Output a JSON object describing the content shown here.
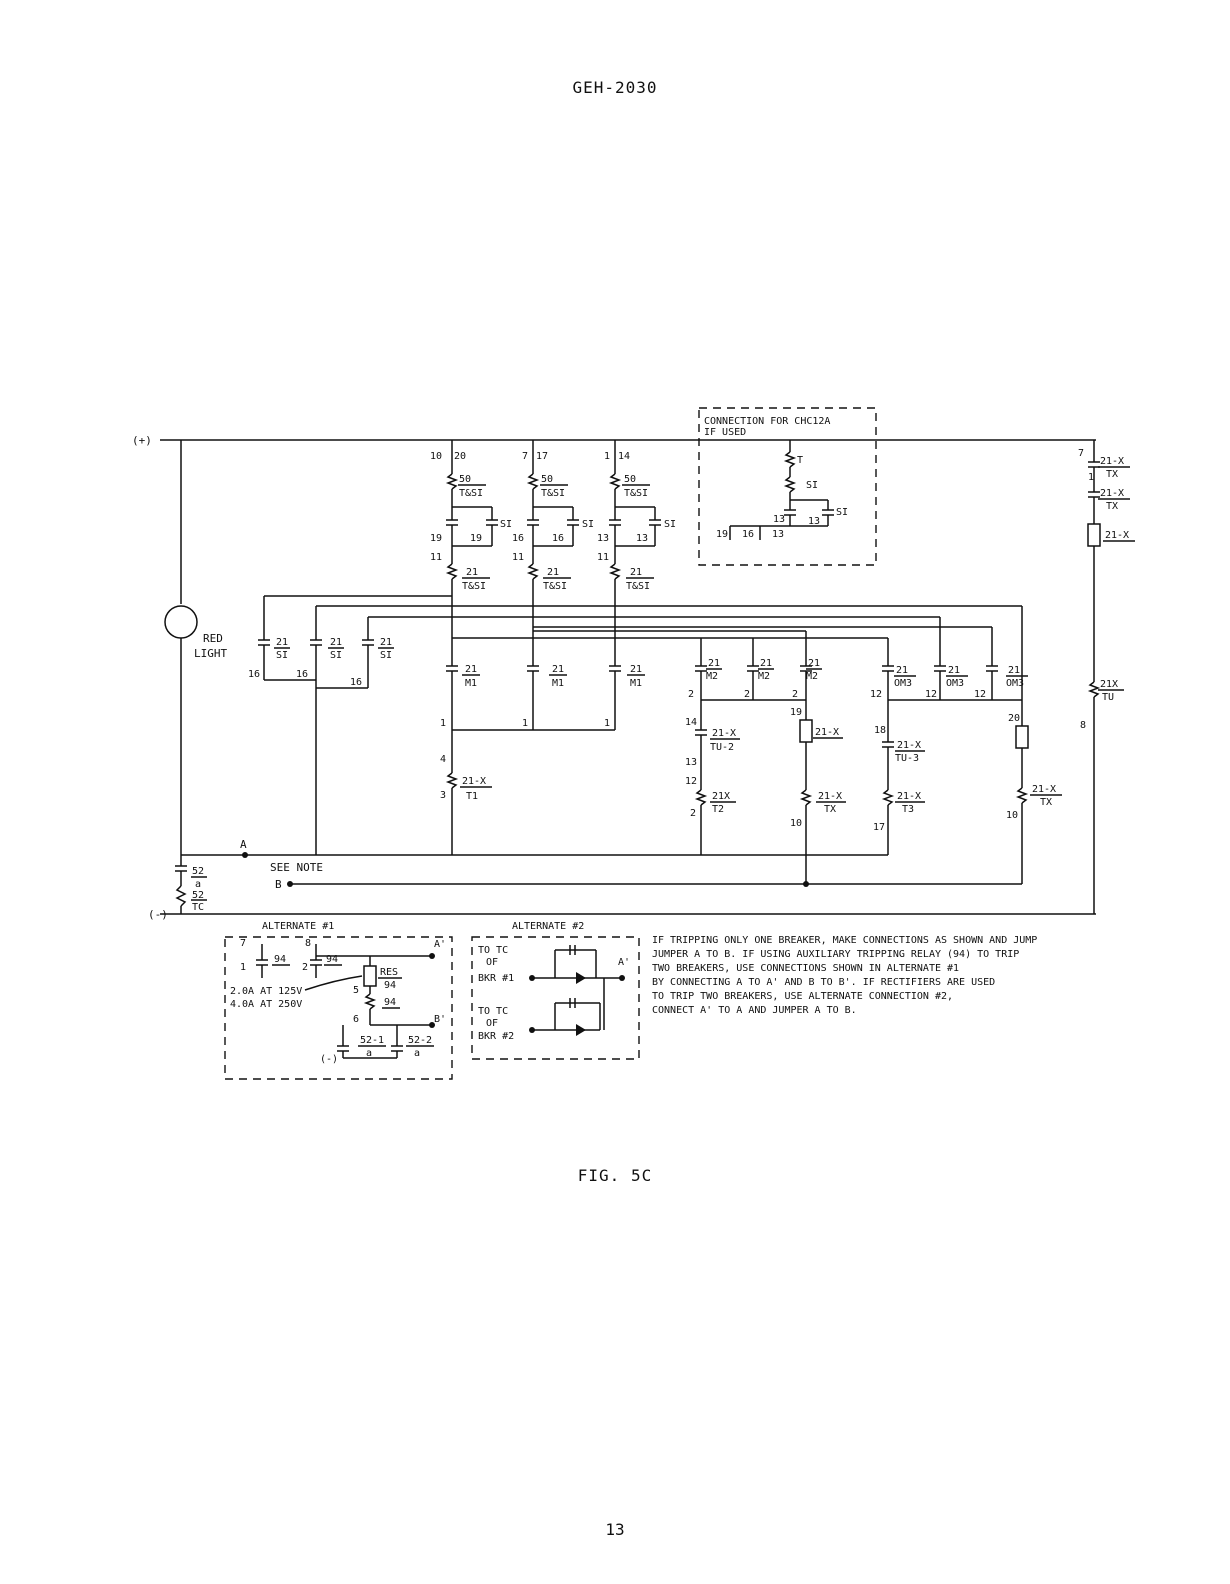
{
  "header": {
    "doc_code": "GEH-2030"
  },
  "footer": {
    "figure_caption": "FIG. 5C",
    "page_number": "13"
  },
  "diagram": {
    "rails": {
      "positive": "(+)",
      "negative": "(-)"
    },
    "red_light": [
      "RED",
      "LIGHT"
    ],
    "nodes": {
      "a": "A",
      "b": "B",
      "a_prime": "A'",
      "b_prime": "B'"
    },
    "see_note": "SEE NOTE",
    "chc12a_box": {
      "title_1": "CONNECTION FOR CHC12A",
      "title_2": "IF USED",
      "t": "T",
      "si1": "SI",
      "si2": "SI",
      "n13a": "13",
      "n13b": "13",
      "n19": "19",
      "n16": "16",
      "n13c": "13"
    },
    "columns": [
      {
        "top_a": "10",
        "top_b": "20",
        "coil_num": "50",
        "coil_den": "T&SI",
        "si": "SI",
        "mid_l": "19",
        "mid_r": "19",
        "in2": "11",
        "ts_num": "21",
        "ts_den": "T&SI",
        "m_num": "21",
        "m_den": "M1",
        "bot": "1"
      },
      {
        "top_a": "7",
        "top_b": "17",
        "coil_num": "50",
        "coil_den": "T&SI",
        "si": "SI",
        "mid_l": "16",
        "mid_r": "16",
        "in2": "11",
        "ts_num": "21",
        "ts_den": "T&SI",
        "m_num": "21",
        "m_den": "M1",
        "bot": "1"
      },
      {
        "top_a": "1",
        "top_b": "14",
        "coil_num": "50",
        "coil_den": "T&SI",
        "si": "SI",
        "mid_l": "13",
        "mid_r": "13",
        "in2": "11",
        "ts_num": "21",
        "ts_den": "T&SI",
        "m_num": "21",
        "m_den": "M1",
        "bot": "1"
      }
    ],
    "si_contacts": [
      {
        "num": "21",
        "den": "SI",
        "pin": "16"
      },
      {
        "num": "21",
        "den": "SI",
        "pin": "16"
      },
      {
        "num": "21",
        "den": "SI",
        "pin": "16"
      }
    ],
    "t1": {
      "pin_top": "4",
      "num": "21-X",
      "den": "T1",
      "pin_bot": "3"
    },
    "m2_contacts": [
      {
        "num": "21",
        "den": "M2",
        "pin": "2"
      },
      {
        "num": "21",
        "den": "M2",
        "pin": "2"
      },
      {
        "num": "21",
        "den": "M2",
        "pin": "2"
      }
    ],
    "om3_contacts": [
      {
        "num": "21",
        "den": "OM3",
        "pin": "12"
      },
      {
        "num": "21",
        "den": "OM3",
        "pin": "12"
      },
      {
        "num": "21",
        "den": "OM3",
        "pin": "12"
      }
    ],
    "tu2": {
      "pin_a": "14",
      "num": "21-X",
      "den": "TU-2",
      "pin_b": "13"
    },
    "t2": {
      "pin_a": "12",
      "num": "21X",
      "den": "T2",
      "pin_b": "2"
    },
    "x_coil_mid": {
      "pin": "19",
      "label": "21-X"
    },
    "tx_mid": {
      "num": "21-X",
      "den": "TX",
      "pin": "10"
    },
    "tu3": {
      "pin": "18",
      "num": "21-X",
      "den": "TU-3"
    },
    "t3": {
      "num": "21-X",
      "den": "T3",
      "pin": "17"
    },
    "right_coil_pin": "20",
    "tx_right": {
      "num": "21-X",
      "den": "TX",
      "pin": "10"
    },
    "far_right": {
      "pin7": "7",
      "pin1": "1",
      "c1_num": "21-X",
      "c1_den": "TX",
      "c2_num": "21-X",
      "c2_den": "TX",
      "coil": "21-X",
      "tu_num": "21X",
      "tu_den": "TU",
      "pin8": "8"
    },
    "breaker_aux": {
      "num": "52",
      "den": "a"
    },
    "trip_coil": {
      "num": "52",
      "den": "TC"
    },
    "alternate1": {
      "title": "ALTERNATE #1",
      "p7": "7",
      "p8": "8",
      "p1": "1",
      "p2": "2",
      "c94a": "94",
      "c94b": "94",
      "res_num": "RES",
      "res_den": "94",
      "coil94": "94",
      "p5": "5",
      "p6": "6",
      "rating1": "2.0A AT 125V",
      "rating2": "4.0A AT 250V",
      "bk1_num": "52-1",
      "bk1_den": "a",
      "bk2_num": "52-2",
      "bk2_den": "a",
      "neg": "(-)",
      "a_prime": "A'",
      "b_prime": "B'"
    },
    "alternate2": {
      "title": "ALTERNATE #2",
      "to_tc_1": "TO TC",
      "of_1": "OF",
      "bkr1": "BKR #1",
      "to_tc_2": "TO TC",
      "of_2": "OF",
      "bkr2": "BKR #2",
      "a_prime": "A'"
    },
    "note_lines": [
      "IF TRIPPING ONLY ONE BREAKER, MAKE CONNECTIONS AS SHOWN AND JUMP",
      "JUMPER A TO B. IF USING AUXILIARY TRIPPING RELAY (94) TO TRIP",
      "TWO BREAKERS, USE CONNECTIONS SHOWN IN ALTERNATE #1",
      "BY CONNECTING A TO A' AND B TO B'. IF RECTIFIERS ARE USED",
      "TO TRIP TWO BREAKERS, USE ALTERNATE CONNECTION #2,",
      "CONNECT A' TO A AND JUMPER A TO B."
    ]
  }
}
